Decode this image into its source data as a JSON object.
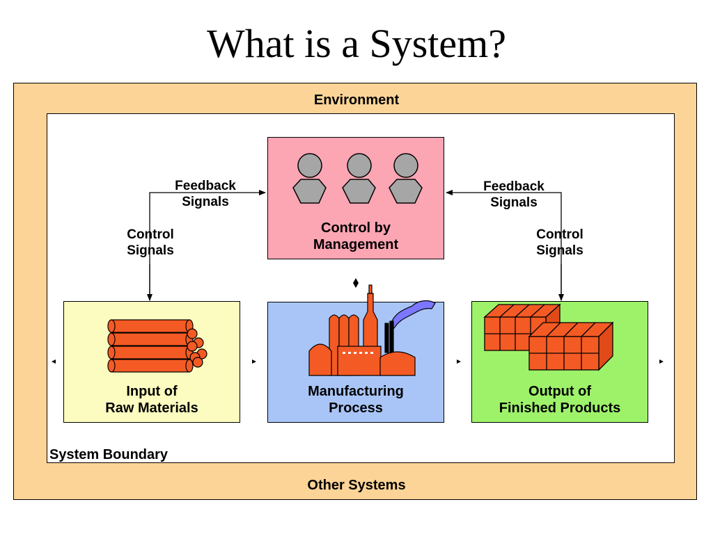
{
  "title": "What is a System?",
  "environment": {
    "top_label": "Environment",
    "bottom_label": "Other Systems",
    "color": "#fcd497"
  },
  "system": {
    "boundary_label": "System Boundary"
  },
  "control": {
    "line1": "Control by",
    "line2": "Management",
    "color": "#fca5b3",
    "icon": "people-icon"
  },
  "input": {
    "line1": "Input of",
    "line2": "Raw Materials",
    "color": "#fcfcc0",
    "icon": "logs-icon"
  },
  "process": {
    "line1": "Manufacturing",
    "line2": "Process",
    "color": "#a9c5f7",
    "icon": "factory-icon"
  },
  "output": {
    "line1": "Output of",
    "line2": "Finished Products",
    "color": "#9ef26a",
    "icon": "crates-icon"
  },
  "signals": {
    "feedback_left": [
      "Feedback",
      "Signals"
    ],
    "feedback_right": [
      "Feedback",
      "Signals"
    ],
    "control_left": [
      "Control",
      "Signals"
    ],
    "control_right": [
      "Control",
      "Signals"
    ]
  }
}
